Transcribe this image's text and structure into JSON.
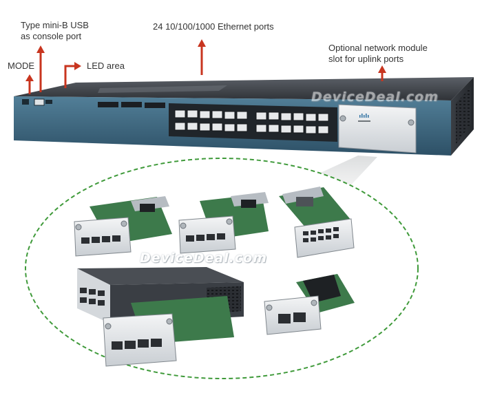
{
  "labels": {
    "usb_line1": "Type mini-B USB",
    "usb_line2": "as console port",
    "ethernet": "24 10/100/1000 Ethernet ports",
    "optional_line1": "Optional network module",
    "optional_line2": "slot for uplink ports",
    "mode": "MODE",
    "led": "LED area"
  },
  "watermark": "DeviceDeal.com",
  "colors": {
    "arrow": "#c8351f",
    "ellipse_border": "#3f9a3a",
    "chassis_front": "#3c6a83",
    "chassis_top": "#3d4147",
    "module": "#e9ecef",
    "pcb": "#3d7a4b"
  },
  "icons": [
    "cisco-logo-icon"
  ]
}
